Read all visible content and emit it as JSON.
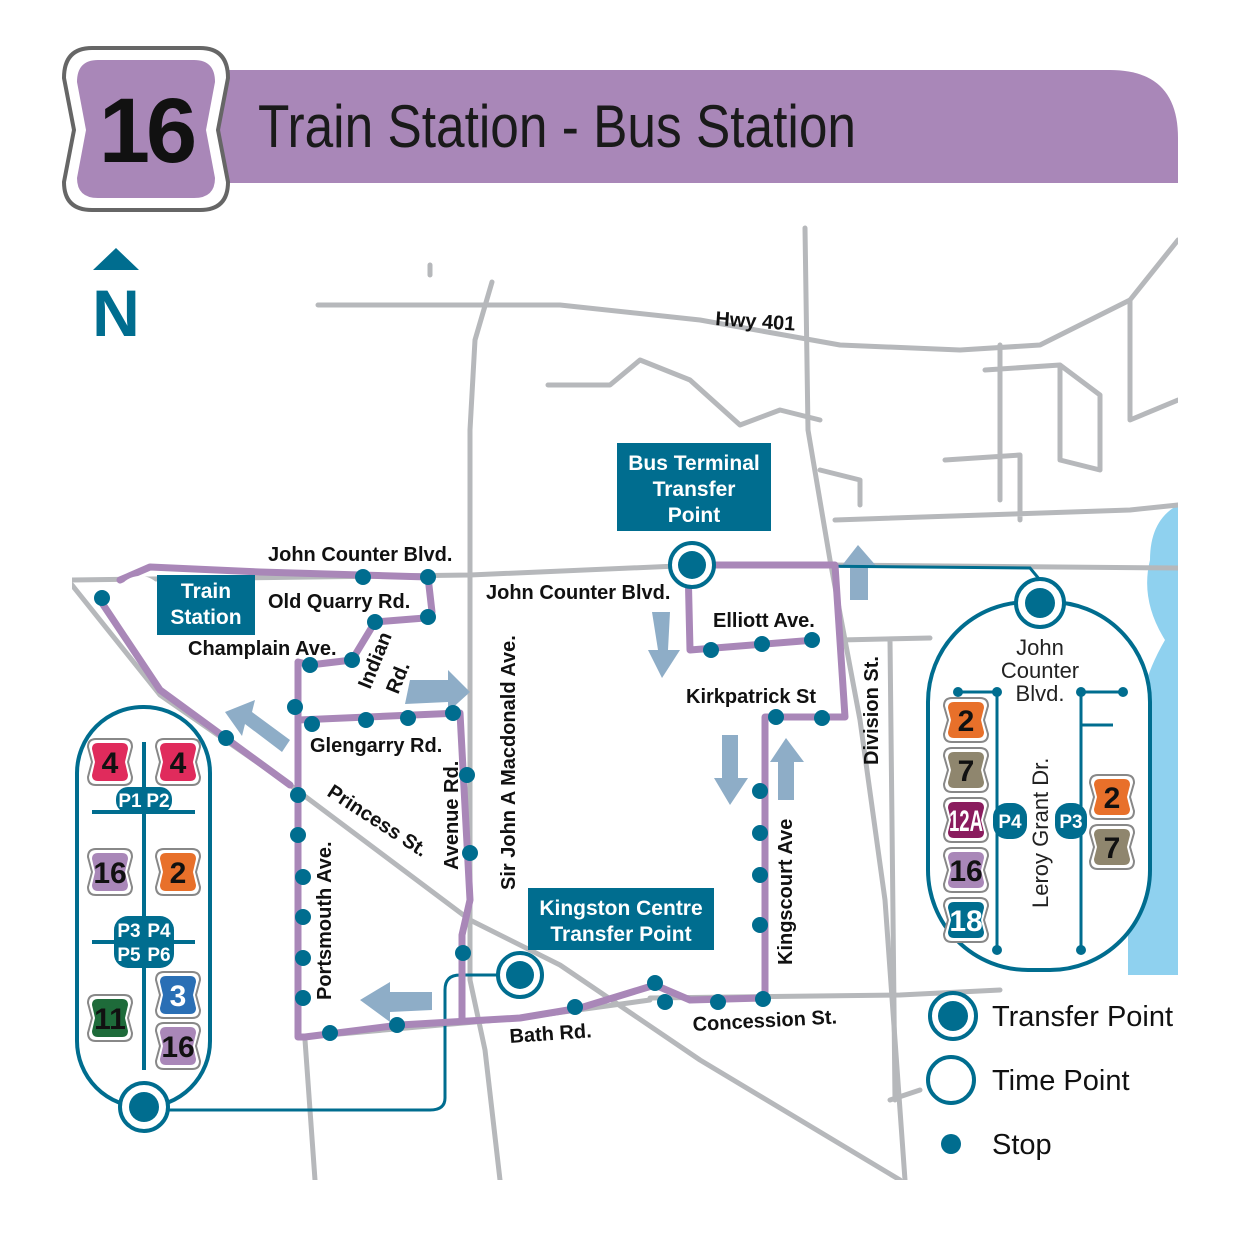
{
  "header": {
    "route_number": "16",
    "title": "Train Station - Bus Station",
    "band_color": "#a987b8"
  },
  "compass": {
    "label": "N"
  },
  "colors": {
    "route": "#a987b8",
    "teal": "#006d8f",
    "road": "#b6b8bb",
    "water": "#8fd1ef",
    "arrow": "#8eadc7"
  },
  "streets": {
    "hwy401": "Hwy 401",
    "john_counter_w": "John Counter Blvd.",
    "john_counter_e": "John Counter Blvd.",
    "old_quarry": "Old Quarry Rd.",
    "champlain": "Champlain Ave.",
    "indian": "Indian",
    "indian_rd": "Rd.",
    "glengarry": "Glengarry Rd.",
    "princess": "Princess St.",
    "avenue_rd": "Avenue Rd.",
    "sir_john": "Sir John A  Macdonald Ave.",
    "portsmouth": "Portsmouth Ave.",
    "bath": "Bath Rd.",
    "concession": "Concession St.",
    "kingscourt": "Kingscourt Ave",
    "kirkpatrick": "Kirkpatrick St",
    "elliott": "Elliott Ave.",
    "division": "Division St.",
    "leroy_grant": "Leroy Grant Dr."
  },
  "labels": {
    "train_station": [
      "Train",
      "Station"
    ],
    "bus_terminal": [
      "Bus Terminal",
      "Transfer",
      "Point"
    ],
    "kingston_centre": [
      "Kingston Centre",
      "Transfer Point"
    ]
  },
  "hub_right": {
    "name": [
      "John",
      "Counter",
      "Blvd."
    ],
    "platforms": [
      "P4",
      "P3"
    ],
    "left_routes": [
      {
        "num": "2",
        "color": "#e8702a"
      },
      {
        "num": "7",
        "color": "#8f866e"
      },
      {
        "num": "12A",
        "color": "#8a1c5e"
      },
      {
        "num": "16",
        "color": "#a987b8"
      },
      {
        "num": "18",
        "color": "#006d8f"
      }
    ],
    "right_routes": [
      {
        "num": "2",
        "color": "#e8702a"
      },
      {
        "num": "7",
        "color": "#8f866e"
      }
    ]
  },
  "hub_left": {
    "platforms_top": [
      "P1",
      "P2"
    ],
    "platforms_bottom": [
      "P3",
      "P4",
      "P5",
      "P6"
    ],
    "routes": [
      {
        "num": "4",
        "color": "#e02b5c"
      },
      {
        "num": "4",
        "color": "#e02b5c"
      },
      {
        "num": "16",
        "color": "#a987b8"
      },
      {
        "num": "2",
        "color": "#e8702a"
      },
      {
        "num": "11",
        "color": "#1e6b3a"
      },
      {
        "num": "3",
        "color": "#2a6fb5"
      },
      {
        "num": "16",
        "color": "#a987b8"
      }
    ]
  },
  "legend": {
    "transfer_point": "Transfer Point",
    "time_point": "Time Point",
    "stop": "Stop"
  }
}
